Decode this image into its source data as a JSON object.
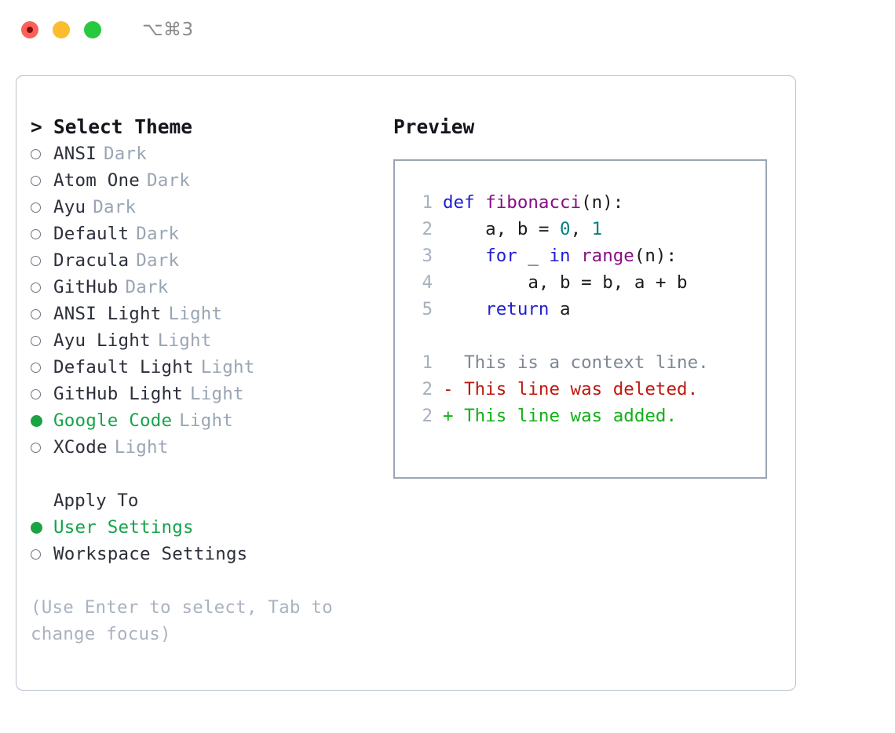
{
  "titlebar": {
    "shortcut": "⌥⌘3",
    "buttons": [
      {
        "name": "close",
        "color": "#fc6058"
      },
      {
        "name": "minimize",
        "color": "#fcbc2e"
      },
      {
        "name": "maximize",
        "color": "#28c840"
      }
    ]
  },
  "theme_picker": {
    "title": "Select Theme",
    "caret": ">",
    "options": [
      {
        "label": "ANSI",
        "badge": "Dark",
        "selected": false
      },
      {
        "label": "Atom One",
        "badge": "Dark",
        "selected": false
      },
      {
        "label": "Ayu",
        "badge": "Dark",
        "selected": false
      },
      {
        "label": "Default",
        "badge": "Dark",
        "selected": false
      },
      {
        "label": "Dracula",
        "badge": "Dark",
        "selected": false
      },
      {
        "label": "GitHub",
        "badge": "Dark",
        "selected": false
      },
      {
        "label": "ANSI Light",
        "badge": "Light",
        "selected": false
      },
      {
        "label": "Ayu Light",
        "badge": "Light",
        "selected": false
      },
      {
        "label": "Default Light",
        "badge": "Light",
        "selected": false
      },
      {
        "label": "GitHub Light",
        "badge": "Light",
        "selected": false
      },
      {
        "label": "Google Code",
        "badge": "Light",
        "selected": true
      },
      {
        "label": "XCode",
        "badge": "Light",
        "selected": false
      }
    ]
  },
  "apply_to": {
    "title": "Apply To",
    "options": [
      {
        "label": "User Settings",
        "selected": true
      },
      {
        "label": "Workspace Settings",
        "selected": false
      }
    ]
  },
  "hint": "(Use Enter to select, Tab to change focus)",
  "preview": {
    "title": "Preview",
    "code_lines": [
      {
        "number": "1",
        "tokens": [
          {
            "text": "def ",
            "type": "kw"
          },
          {
            "text": "fibonacci",
            "type": "fn"
          },
          {
            "text": "(n):",
            "type": "pl"
          }
        ]
      },
      {
        "number": "2",
        "tokens": [
          {
            "text": "    a, b = ",
            "type": "pl"
          },
          {
            "text": "0",
            "type": "num"
          },
          {
            "text": ", ",
            "type": "pl"
          },
          {
            "text": "1",
            "type": "num"
          }
        ]
      },
      {
        "number": "3",
        "tokens": [
          {
            "text": "    ",
            "type": "pl"
          },
          {
            "text": "for",
            "type": "kw"
          },
          {
            "text": " _ ",
            "type": "pl"
          },
          {
            "text": "in",
            "type": "kw"
          },
          {
            "text": " ",
            "type": "pl"
          },
          {
            "text": "range",
            "type": "fn"
          },
          {
            "text": "(n):",
            "type": "pl"
          }
        ]
      },
      {
        "number": "4",
        "tokens": [
          {
            "text": "        a, b = b, a + b",
            "type": "pl"
          }
        ]
      },
      {
        "number": "5",
        "tokens": [
          {
            "text": "    ",
            "type": "pl"
          },
          {
            "text": "return",
            "type": "kw"
          },
          {
            "text": " a",
            "type": "pl"
          }
        ]
      }
    ],
    "diff_lines": [
      {
        "number": "1",
        "marker": " ",
        "text": "This is a context line.",
        "type": "context"
      },
      {
        "number": "2",
        "marker": "-",
        "text": "This line was deleted.",
        "type": "deleted"
      },
      {
        "number": "2",
        "marker": "+",
        "text": "This line was added.",
        "type": "added"
      }
    ]
  },
  "colors": {
    "accent_green": "#16a34a",
    "badge_muted": "#9aa5b4",
    "hint_muted": "#aab3c0",
    "keyword": "#1f1fd1",
    "function": "#880e83",
    "number": "#00807e",
    "plain": "#1c1c1c",
    "diff_context": "#7f8794",
    "diff_deleted": "#c0180f",
    "diff_added": "#12b016",
    "panel_border": "#b9c2cc",
    "preview_border": "#9aa5b4"
  }
}
